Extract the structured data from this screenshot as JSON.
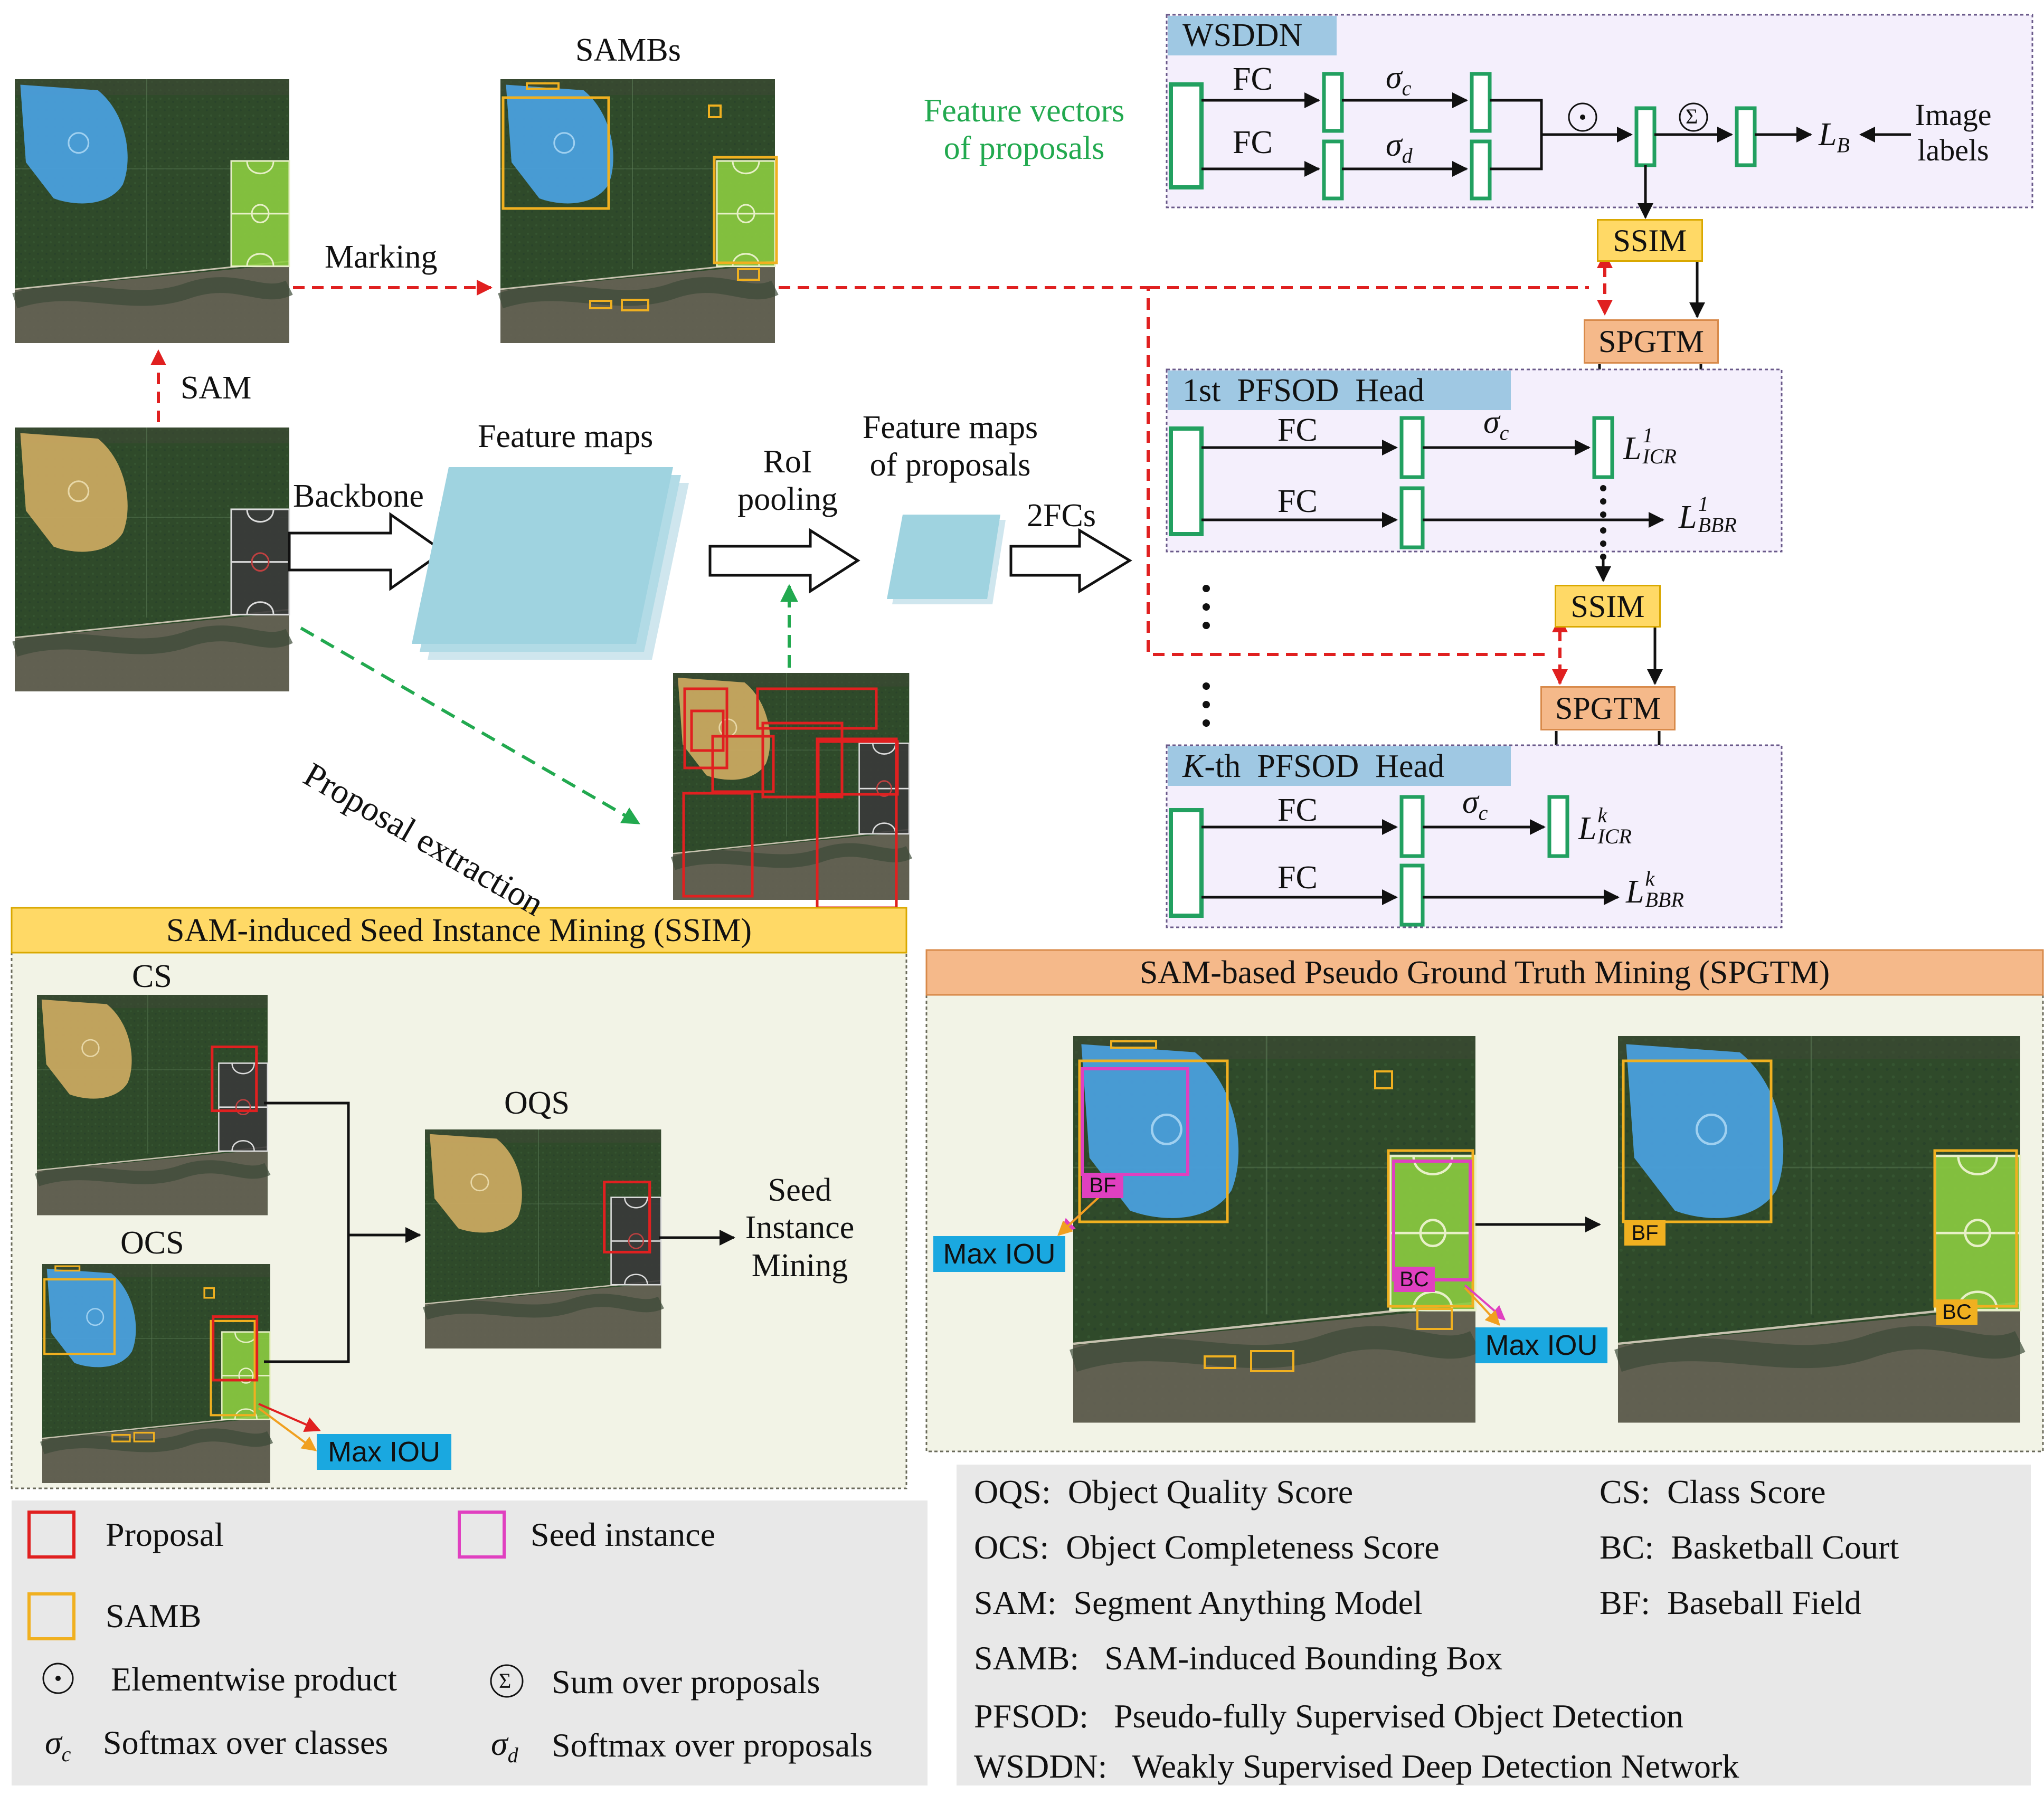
{
  "top": {
    "samb_title": "SAMBs",
    "marking": "Marking",
    "sam": "SAM",
    "backbone": "Backbone",
    "feature_maps": "Feature maps",
    "roi_line1": "RoI",
    "roi_line2": "pooling",
    "fmp_line1": "Feature maps",
    "fmp_line2": "of proposals",
    "two_fcs": "2FCs",
    "proposal_extraction": "Proposal extraction",
    "fv_line1": "Feature vectors",
    "fv_line2": "of proposals"
  },
  "wsddn": {
    "title": "WSDDN",
    "fc1": "FC",
    "fc2": "FC",
    "sigma_c": "σ",
    "sigma_c_sub": "c",
    "sigma_d": "σ",
    "sigma_d_sub": "d",
    "odot": "⊙",
    "sum": "Σ",
    "lb": "L",
    "lb_sub": "B",
    "img_labels1": "Image",
    "img_labels2": "labels"
  },
  "modules": {
    "ssim": "SSIM",
    "spgtm": "SPGTM"
  },
  "head1": {
    "title": "1st  PFSOD  Head",
    "fc1": "FC",
    "fc2": "FC",
    "sigma": "σ",
    "sigma_sub": "c",
    "l_icr": "L",
    "l_icr_sup": "1",
    "l_icr_sub": "ICR",
    "l_bbr": "L",
    "l_bbr_sup": "1",
    "l_bbr_sub": "BBR"
  },
  "headk": {
    "title_k": "K",
    "title_rest": "-th  PFSOD  Head",
    "fc1": "FC",
    "fc2": "FC",
    "sigma": "σ",
    "sigma_sub": "c",
    "l_icr": "L",
    "l_icr_sup": "k",
    "l_icr_sub": "ICR",
    "l_bbr": "L",
    "l_bbr_sup": "k",
    "l_bbr_sub": "BBR"
  },
  "ssim_panel": {
    "title": "SAM-induced Seed Instance Mining (SSIM)",
    "cs": "CS",
    "ocs": "OCS",
    "oqs": "OQS",
    "max_iou": "Max IOU",
    "seed1": "Seed",
    "seed2": "Instance",
    "seed3": "Mining"
  },
  "spgtm_panel": {
    "title": "SAM-based Pseudo Ground Truth Mining (SPGTM)",
    "bf": "BF",
    "bc": "BC",
    "max_iou_1": "Max IOU",
    "max_iou_2": "Max IOU",
    "bf_out": "BF",
    "bc_out": "BC"
  },
  "legend_left": {
    "proposal": "Proposal",
    "seed_instance": "Seed instance",
    "samb": "SAMB",
    "elementwise": "Elementwise product",
    "sum": "Sum over proposals",
    "sigma_c": "Softmax over classes",
    "sigma_d": "Softmax over proposals",
    "sym_odot": "⊙",
    "sym_sum": "Σ",
    "sym_sigma": "σ",
    "sym_c": "c",
    "sym_d": "d"
  },
  "legend_right": {
    "oqs": "OQS:  Object Quality Score",
    "ocs": "OCS:  Object Completeness Score",
    "sam": "SAM:  Segment Anything Model",
    "samb": "SAMB:   SAM-induced Bounding Box",
    "pfsod": "PFSOD:   Pseudo-fully Supervised Object Detection",
    "wsddn": "WSDDN:   Weakly Supervised Deep Detection Network",
    "cs": "CS:  Class Score",
    "bc": "BC:  Basketball Court",
    "bf": "BF:  Baseball Field"
  },
  "colors": {
    "proposal": "#e02020",
    "samb": "#f0b020",
    "seed": "#e040c0",
    "fc_box": "#22a060",
    "maxiou_bg": "#1aa8e0",
    "field_blue": "#4a9fdc",
    "field_yellow": "#c8a860",
    "court_green": "#8ccc40"
  }
}
